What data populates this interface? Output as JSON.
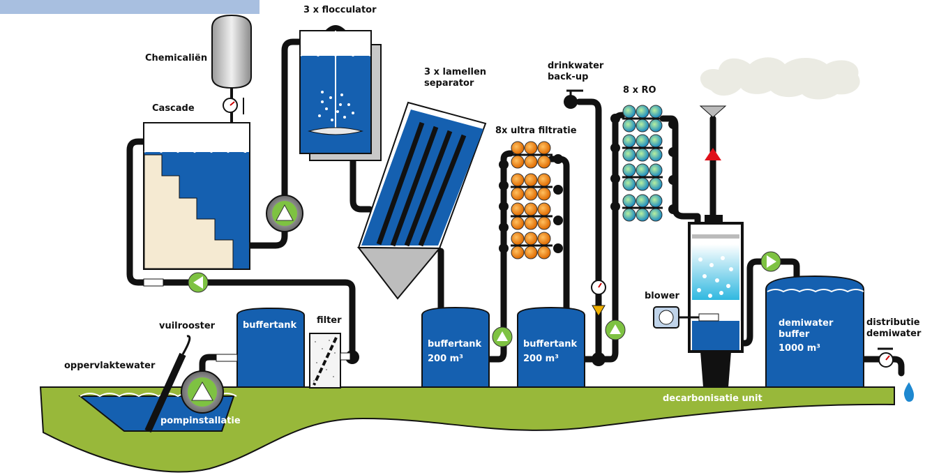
{
  "labels": {
    "flocculator": "3 x flocculator",
    "chemicals": "Chemicaliën",
    "cascade": "Cascade",
    "lamellen_1": "3 x lamellen",
    "lamellen_2": "separator",
    "drinkwater_1": "drinkwater",
    "drinkwater_2": "back-up",
    "ro": "8 x RO",
    "ultrafiltratie": "8x ultra filtratie",
    "vuilrooster": "vuilrooster",
    "oppervlaktewater": "oppervlaktewater",
    "pompinstallatie": "pompinstallatie",
    "buffertank": "buffertank",
    "filter": "filter",
    "buffertank200a_1": "buffertank",
    "buffertank200a_2": "200 m³",
    "buffertank200b_1": "buffertank",
    "buffertank200b_2": "200 m³",
    "blower": "blower",
    "demi_1": "demiwater",
    "demi_2": "buffer",
    "demi_3": "1000 m³",
    "distributie_1": "distributie",
    "distributie_2": "demiwater",
    "decarbonisatie": "decarbonisatie unit"
  },
  "colors": {
    "water": "#1560b0",
    "pipe": "#111111",
    "ground": "#98b83a",
    "uf_module": "#f08c1e",
    "ro_module": "#3fc0c8",
    "pump": "#7ec242",
    "valve_yellow": "#f0b000",
    "arrow_red": "#e0101a",
    "header_bar": "#a8bfe0"
  }
}
